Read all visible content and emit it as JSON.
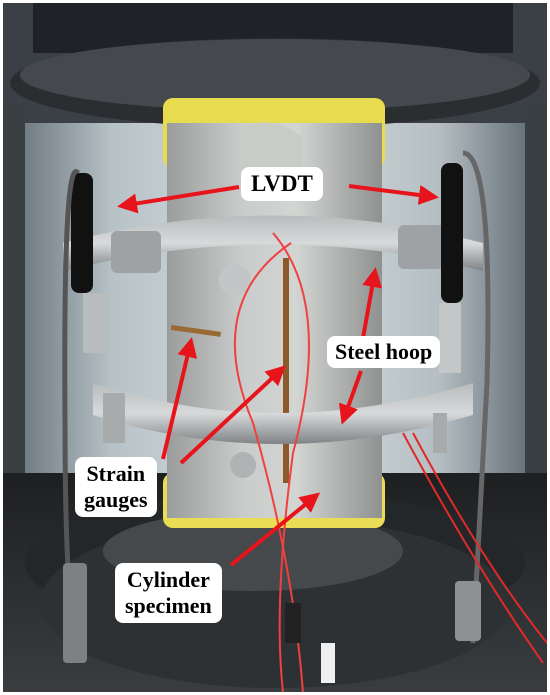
{
  "labels": {
    "lvdt": "LVDT",
    "steel_hoop": "Steel hoop",
    "strain_gauges_line1": "Strain",
    "strain_gauges_line2": "gauges",
    "cylinder_specimen_line1": "Cylinder",
    "cylinder_specimen_line2": "specimen"
  },
  "colors": {
    "arrow": "#e8141b",
    "label_background": "#ffffff",
    "label_text": "#000000"
  }
}
